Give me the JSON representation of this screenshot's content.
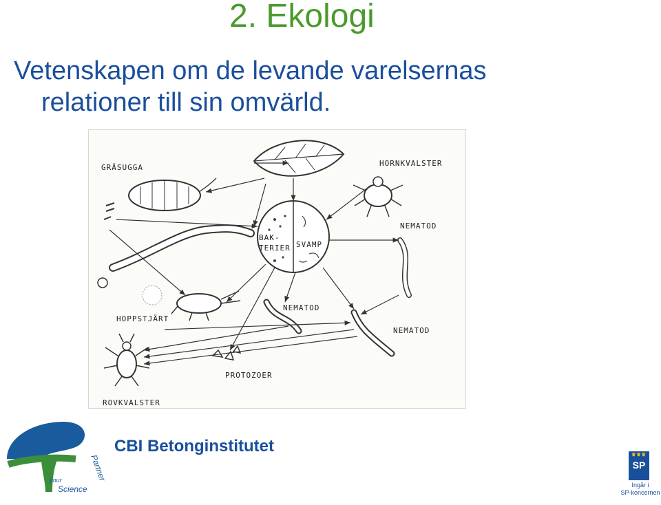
{
  "slide": {
    "title": "2. Ekologi",
    "subtitle_line1": "Vetenskapen om de levande varelsernas",
    "subtitle_line2": "relationer till sin omvärld."
  },
  "diagram": {
    "labels": {
      "grasugga": "GRÄSUGGA",
      "hornkvalster": "HORNKVALSTER",
      "nematod_top": "NEMATOD",
      "bakterier_1": "BAK-",
      "bakterier_2": "TERIER",
      "svamp": "SVAMP",
      "hoppstjart": "HOPPSTJÄRT",
      "nematod_mid": "NEMATOD",
      "nematod_right": "NEMATOD",
      "protozoer": "PROTOZOER",
      "rovkvalster": "ROVKVALSTER"
    }
  },
  "footer": {
    "cbi_name": "CBI Betonginstitutet",
    "cbi_logo_text_1": "your",
    "cbi_logo_text_2": "Science",
    "cbi_logo_text_3": "Partner",
    "sp_logo": "SP",
    "sp_caption_1": "Ingår i",
    "sp_caption_2": "SP-koncernen"
  },
  "colors": {
    "title": "#4a9a2c",
    "subtitle": "#1a4f9c",
    "cbi_blue": "#1a5b9e",
    "cbi_green": "#3c8f3a"
  }
}
